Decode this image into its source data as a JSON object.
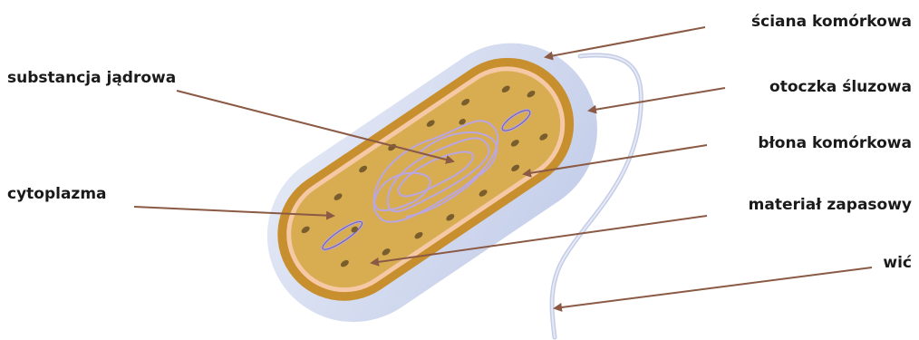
{
  "labels": {
    "cell_wall": "ściana komórkowa",
    "capsule": "otoczka śluzowa",
    "cell_membrane": "błona komórkowa",
    "storage": "materiał zapasowy",
    "flagellum": "wić",
    "nucleoid": "substancja jądrowa",
    "cytoplasm": "cytoplazma"
  },
  "colors": {
    "capsule": "#cfd8ee",
    "cell_wall": "#c88f2e",
    "membrane": "#f5c9a6",
    "cytoplasm": "#d8ad52",
    "nucleoid": "#b9a6e3",
    "granule": "#7a5d2c",
    "leader": "#8b5a45",
    "flagellum": "#c5cde6"
  }
}
